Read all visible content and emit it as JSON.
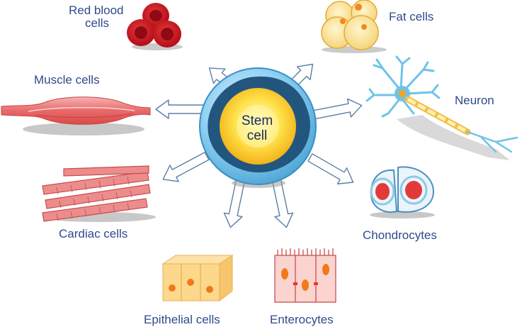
{
  "center": {
    "line1": "Stem",
    "line2": "cell"
  },
  "labels": {
    "red_blood_cells_1": "Red blood",
    "red_blood_cells_2": "cells",
    "fat_cells": "Fat cells",
    "muscle_cells": "Muscle cells",
    "neuron": "Neuron",
    "cardiac_cells": "Cardiac cells",
    "chondrocytes": "Chondrocytes",
    "epithelial_cells": "Epithelial cells",
    "enterocytes": "Enterocytes"
  }
}
